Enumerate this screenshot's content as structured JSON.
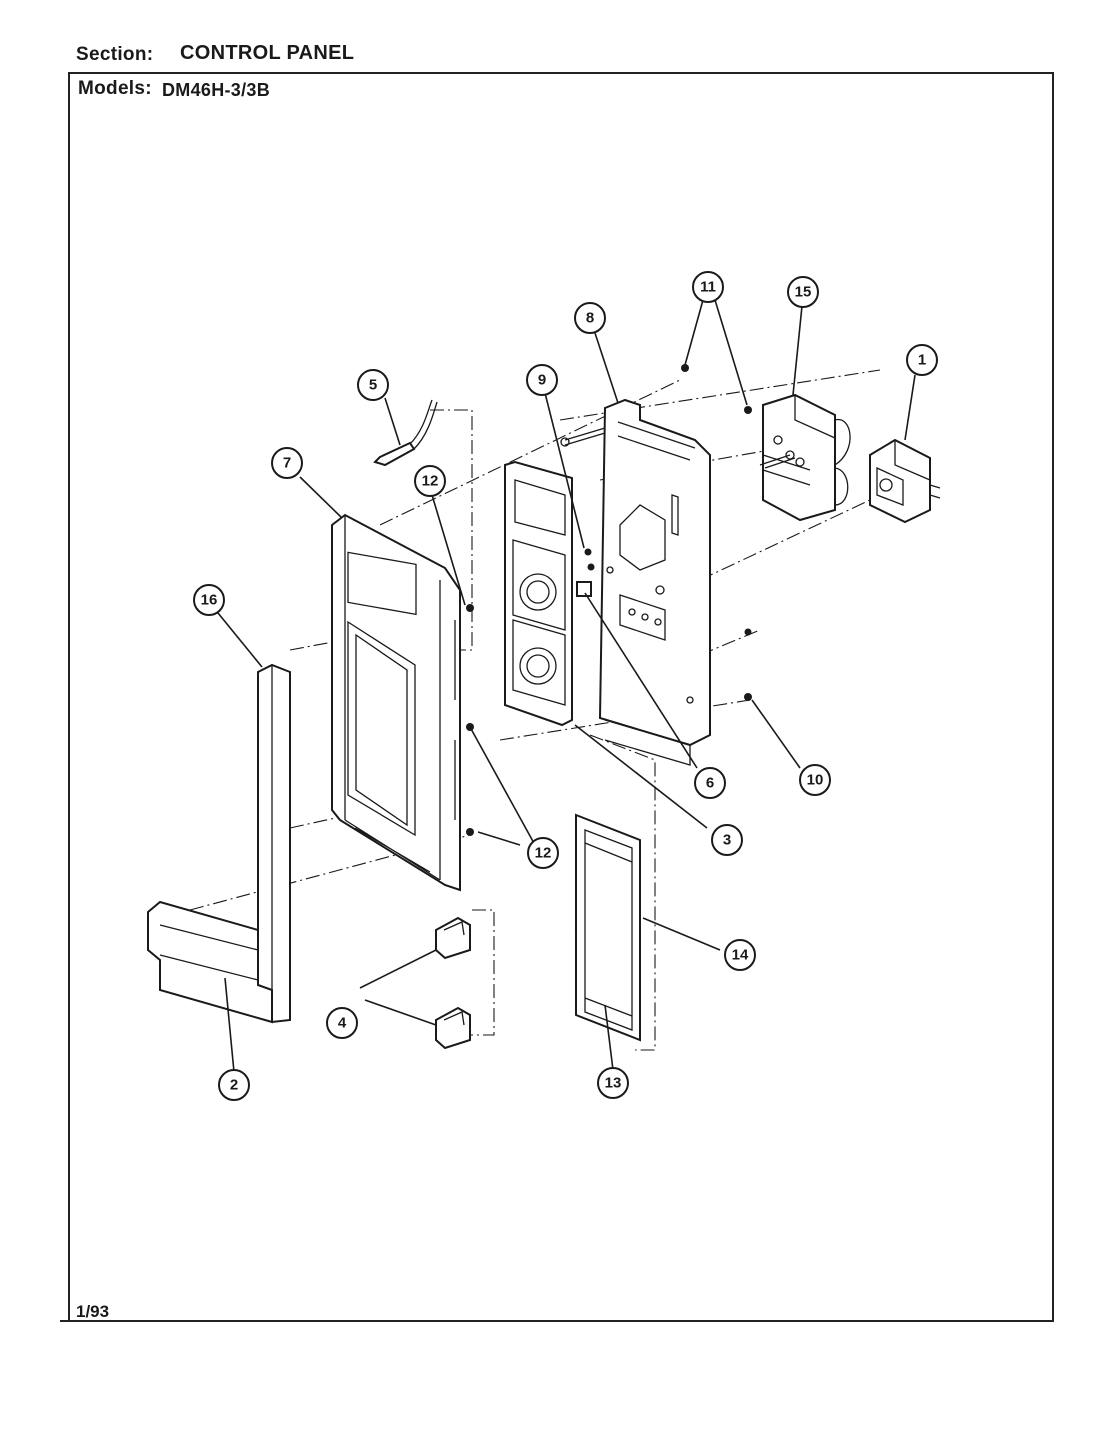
{
  "header": {
    "section_label": "Section:",
    "section_value": "CONTROL PANEL",
    "models_label": "Models:",
    "models_value": "DM46H-3/3B"
  },
  "footer": {
    "date": "1/93"
  },
  "callouts": [
    {
      "id": "c1",
      "label": "1"
    },
    {
      "id": "c2",
      "label": "2"
    },
    {
      "id": "c3",
      "label": "3"
    },
    {
      "id": "c4",
      "label": "4"
    },
    {
      "id": "c5",
      "label": "5"
    },
    {
      "id": "c6",
      "label": "6"
    },
    {
      "id": "c7",
      "label": "7"
    },
    {
      "id": "c8",
      "label": "8"
    },
    {
      "id": "c9",
      "label": "9"
    },
    {
      "id": "c10",
      "label": "10"
    },
    {
      "id": "c11",
      "label": "11"
    },
    {
      "id": "c12a",
      "label": "12"
    },
    {
      "id": "c12b",
      "label": "12"
    },
    {
      "id": "c12c",
      "label": "12"
    },
    {
      "id": "c13",
      "label": "13"
    },
    {
      "id": "c14",
      "label": "14"
    },
    {
      "id": "c15",
      "label": "15"
    },
    {
      "id": "c16",
      "label": "16"
    }
  ],
  "colors": {
    "ink": "#1a1a1a",
    "paper": "#ffffff"
  }
}
